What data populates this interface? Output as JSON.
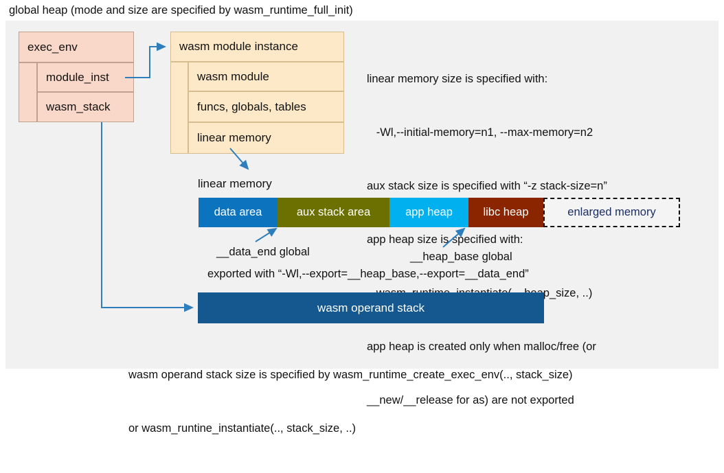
{
  "title": "global heap (mode and size are specified by wasm_runtime_full_init)",
  "exec_env": {
    "header": "exec_env",
    "rows": [
      {
        "label": "module_inst"
      },
      {
        "label": "wasm_stack"
      }
    ]
  },
  "module_instance": {
    "header": "wasm module instance",
    "rows": [
      {
        "label": "wasm module"
      },
      {
        "label": "funcs, globals, tables"
      },
      {
        "label": "linear memory"
      }
    ]
  },
  "notes": {
    "lines": [
      "linear memory size is specified with:",
      "   -Wl,--initial-memory=n1, --max-memory=n2",
      "aux stack size is specified with “-z stack-size=n”",
      "app heap size is specified with:",
      "   wasm_runtime_instantiate(.., heap_size, ..)",
      "app heap is created only when malloc/free (or",
      "__new/__release for as) are not exported"
    ]
  },
  "linear_memory": {
    "caption": "linear memory",
    "segments": [
      {
        "label": "data area",
        "color": "#0c74bf",
        "width": 115,
        "style": "solid"
      },
      {
        "label": "aux stack area",
        "color": "#6b7000",
        "width": 163,
        "style": "solid"
      },
      {
        "label": "app heap",
        "color": "#00b0ef",
        "width": 115,
        "style": "solid"
      },
      {
        "label": "libc heap",
        "color": "#8b2500",
        "width": 109,
        "style": "solid"
      },
      {
        "label": "enlarged memory",
        "color": "#f4f4f4",
        "width": 199,
        "style": "dashed"
      }
    ]
  },
  "annotations": {
    "data_end": "__data_end global",
    "heap_base": "__heap_base global",
    "exported": "exported with “-Wl,--export=__heap_base,--export=__data_end”"
  },
  "operand_stack": {
    "label": "wasm operand stack",
    "color": "#14588f"
  },
  "bottom_notes": {
    "lines": [
      "wasm operand stack size is specified by wasm_runtime_create_exec_env(.., stack_size)",
      "or wasm_runtine_instantiate(.., stack_size, ..)"
    ]
  },
  "colors": {
    "panel_background": "#f1f1f1",
    "exec_env_fill": "#fad8c9",
    "module_instance_fill": "#fde9c7",
    "connector": "#2e7ebb"
  }
}
